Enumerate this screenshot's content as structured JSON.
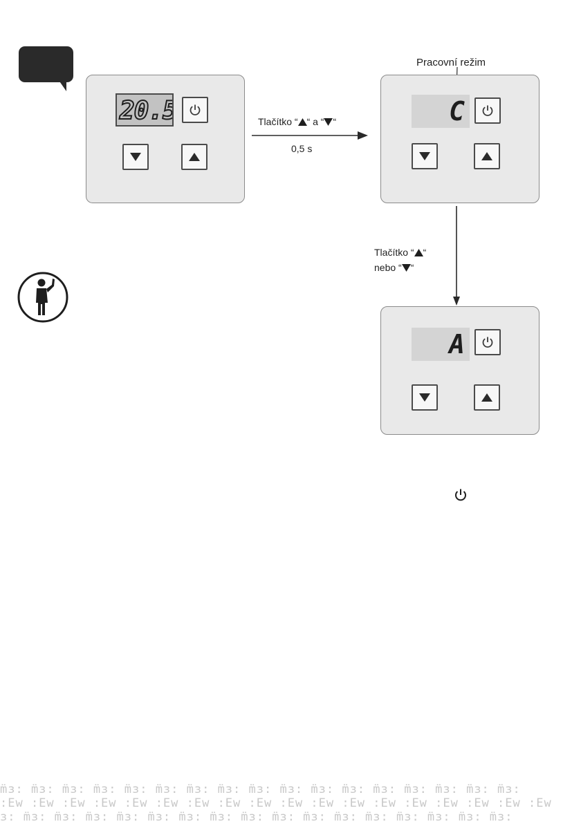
{
  "callout": {
    "icon": "speech-bubble-icon"
  },
  "panel_1": {
    "display_value": "20.5"
  },
  "arrow_right": {
    "label_prefix": "Tlačítko “",
    "label_middle": "“ a “",
    "label_suffix": "“",
    "duration": "0,5 s"
  },
  "panel_2": {
    "mode_label": "Pracovní režim",
    "display_value": "C"
  },
  "arrow_down": {
    "line1_prefix": "Tlačítko “",
    "line1_suffix": "“",
    "line2_prefix": "nebo “",
    "line2_suffix": "“"
  },
  "panel_3": {
    "display_value": "A"
  },
  "person": {
    "icon": "person-icon"
  },
  "footer": {
    "icon": "power-icon"
  },
  "watermark": {
    "row1": "m̈з: m̈з: m̈з: m̈з: m̈з: m̈з: m̈з: m̈з: m̈з: m̈з: m̈з: m̈з: m̈з: m̈з: m̈з: m̈з: m̈з:",
    "row2": ":Ew :Ew :Ew :Ew :Ew :Ew :Ew :Ew :Ew :Ew :Ew :Ew :Ew :Ew :Ew :Ew :Ew :Ew",
    "row3": "з: m̈з: m̈з: m̈з: m̈з: m̈з: m̈з: m̈з: m̈з: m̈з: m̈з: m̈з: m̈з: m̈з: m̈з: m̈з: m̈з:"
  },
  "colors": {
    "panel": "#e9e9e9",
    "display": "#d4d4d4",
    "dark": "#2a2a2a"
  }
}
